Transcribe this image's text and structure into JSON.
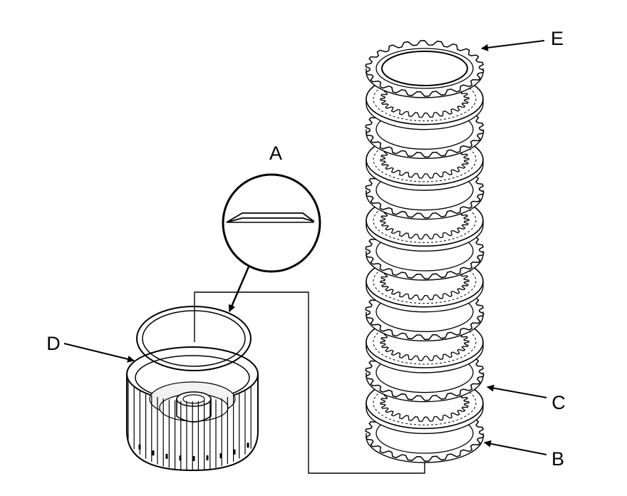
{
  "diagram": {
    "callouts": [
      {
        "id": "A",
        "label": "A"
      },
      {
        "id": "B",
        "label": "B"
      },
      {
        "id": "C",
        "label": "C"
      },
      {
        "id": "D",
        "label": "D"
      },
      {
        "id": "E",
        "label": "E"
      }
    ],
    "disc_stack": {
      "count": 13,
      "types": [
        "B",
        "C",
        "S",
        "C",
        "S",
        "C",
        "S",
        "C",
        "S",
        "C",
        "S",
        "C",
        "E"
      ]
    },
    "colors": {
      "ink": "#000000",
      "paper": "#ffffff"
    }
  }
}
